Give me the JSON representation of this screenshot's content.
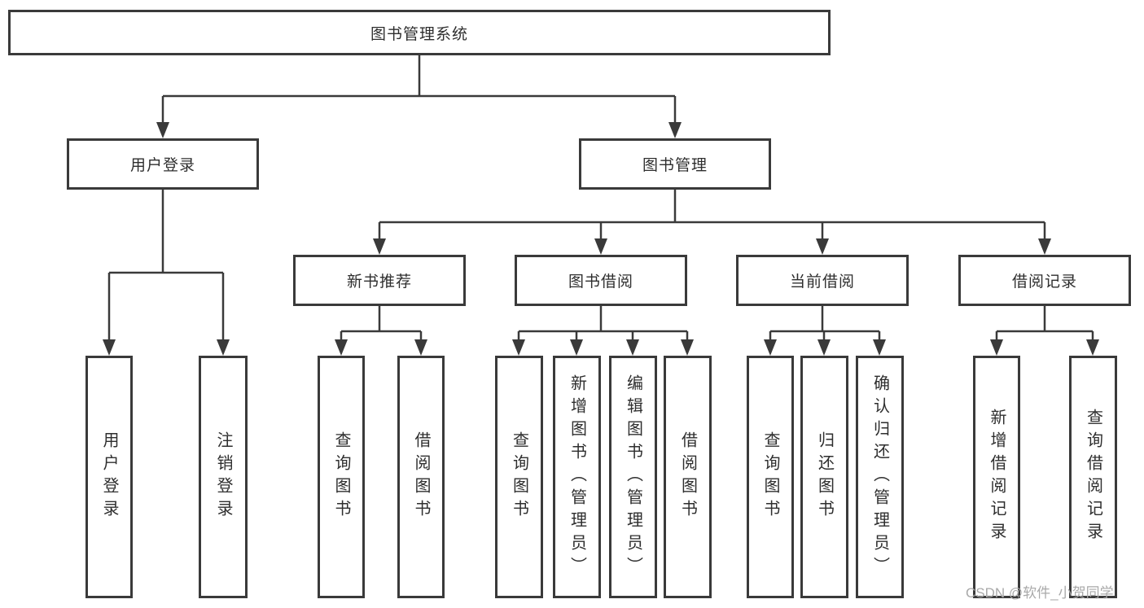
{
  "title": "图书管理系统",
  "level2": {
    "user_login": "用户登录",
    "book_management": "图书管理"
  },
  "level3": {
    "new_book_recommend": "新书推荐",
    "book_borrow": "图书借阅",
    "current_borrow": "当前借阅",
    "borrow_records": "借阅记录"
  },
  "leaves": {
    "user_login": [
      "用户登录",
      "注销登录"
    ],
    "new_book_recommend": [
      "查询图书",
      "借阅图书"
    ],
    "book_borrow": [
      "查询图书",
      "新增图书（管理员）",
      "编辑图书（管理员）",
      "借阅图书"
    ],
    "current_borrow": [
      "查询图书",
      "归还图书",
      "确认归还（管理员）"
    ],
    "borrow_records": [
      "新增借阅记录",
      "查询借阅记录"
    ]
  },
  "watermark": "CSDN @软件_小贺同学",
  "colors": {
    "line": "#3a3a3a",
    "text": "#2e2e2e",
    "watermark": "#a9a9a9",
    "background": "#ffffff"
  }
}
